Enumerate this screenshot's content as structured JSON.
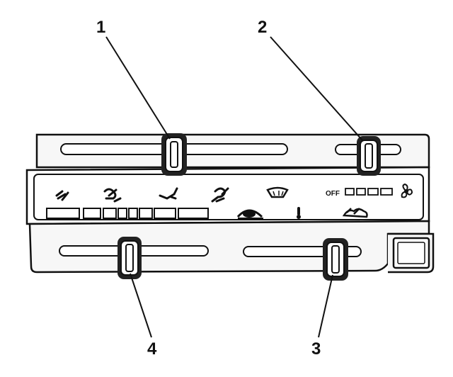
{
  "callouts": [
    {
      "id": "callout-1",
      "label": "1"
    },
    {
      "id": "callout-2",
      "label": "2"
    },
    {
      "id": "callout-3",
      "label": "3"
    },
    {
      "id": "callout-4",
      "label": "4"
    }
  ],
  "panel": {
    "fan_off_label": "OFF",
    "mode_icons": [
      "vent-icon",
      "bi-level-icon",
      "floor-icon",
      "mix-icon",
      "defrost-icon"
    ],
    "right_icons": [
      "fan-icon",
      "recirculation-icon",
      "temperature-icon",
      "outside-air-icon"
    ]
  },
  "colors": {
    "ink": "#111111",
    "paper": "#ffffff",
    "panel_fill": "#f4f4f4"
  }
}
